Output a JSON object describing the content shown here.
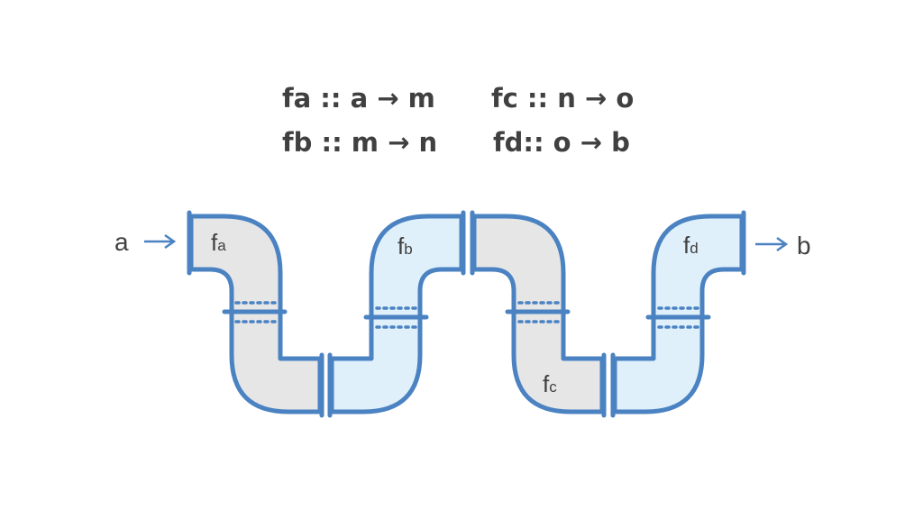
{
  "signatures": {
    "fa": "fa :: a → m",
    "fb": "fb :: m → n",
    "fc": "fc :: n → o",
    "fd": "fd:: o → b"
  },
  "io": {
    "input": "a",
    "output": "b"
  },
  "pipes": [
    {
      "base": "f",
      "sub": "a",
      "fill": "#e6e6e6"
    },
    {
      "base": "f",
      "sub": "b",
      "fill": "#dff0fb"
    },
    {
      "base": "f",
      "sub": "c",
      "fill": "#e6e6e6"
    },
    {
      "base": "f",
      "sub": "d",
      "fill": "#dff0fb"
    }
  ],
  "colors": {
    "outline": "#4a82c2",
    "grey_pipe": "#e6e6e6",
    "blue_pipe": "#dff0fb",
    "text": "#404040"
  }
}
